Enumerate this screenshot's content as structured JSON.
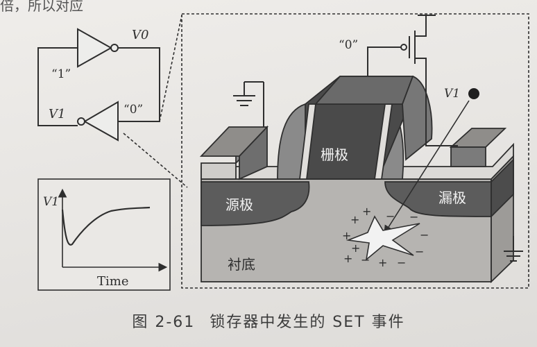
{
  "header_text": "倍，所以对应",
  "circuit": {
    "v0": "V0",
    "v1": "V1",
    "label_one": "“1”",
    "label_zero": "“0”"
  },
  "graph": {
    "ylabel": "V1",
    "xlabel": "Time"
  },
  "device": {
    "gate_input": "“0”",
    "particle_label": "V1",
    "gate": "栅极",
    "source": "源极",
    "drain": "漏极",
    "substrate": "衬底"
  },
  "caption": {
    "figure_number": "图 2-61",
    "title": "锁存器中发生的 SET 事件"
  },
  "colors": {
    "ink": "#2e2e2e",
    "dark_fill": "#555555",
    "mid_fill": "#8a8a8a",
    "light_fill": "#c9c7c4",
    "substrate_fill": "#b4b2af"
  }
}
